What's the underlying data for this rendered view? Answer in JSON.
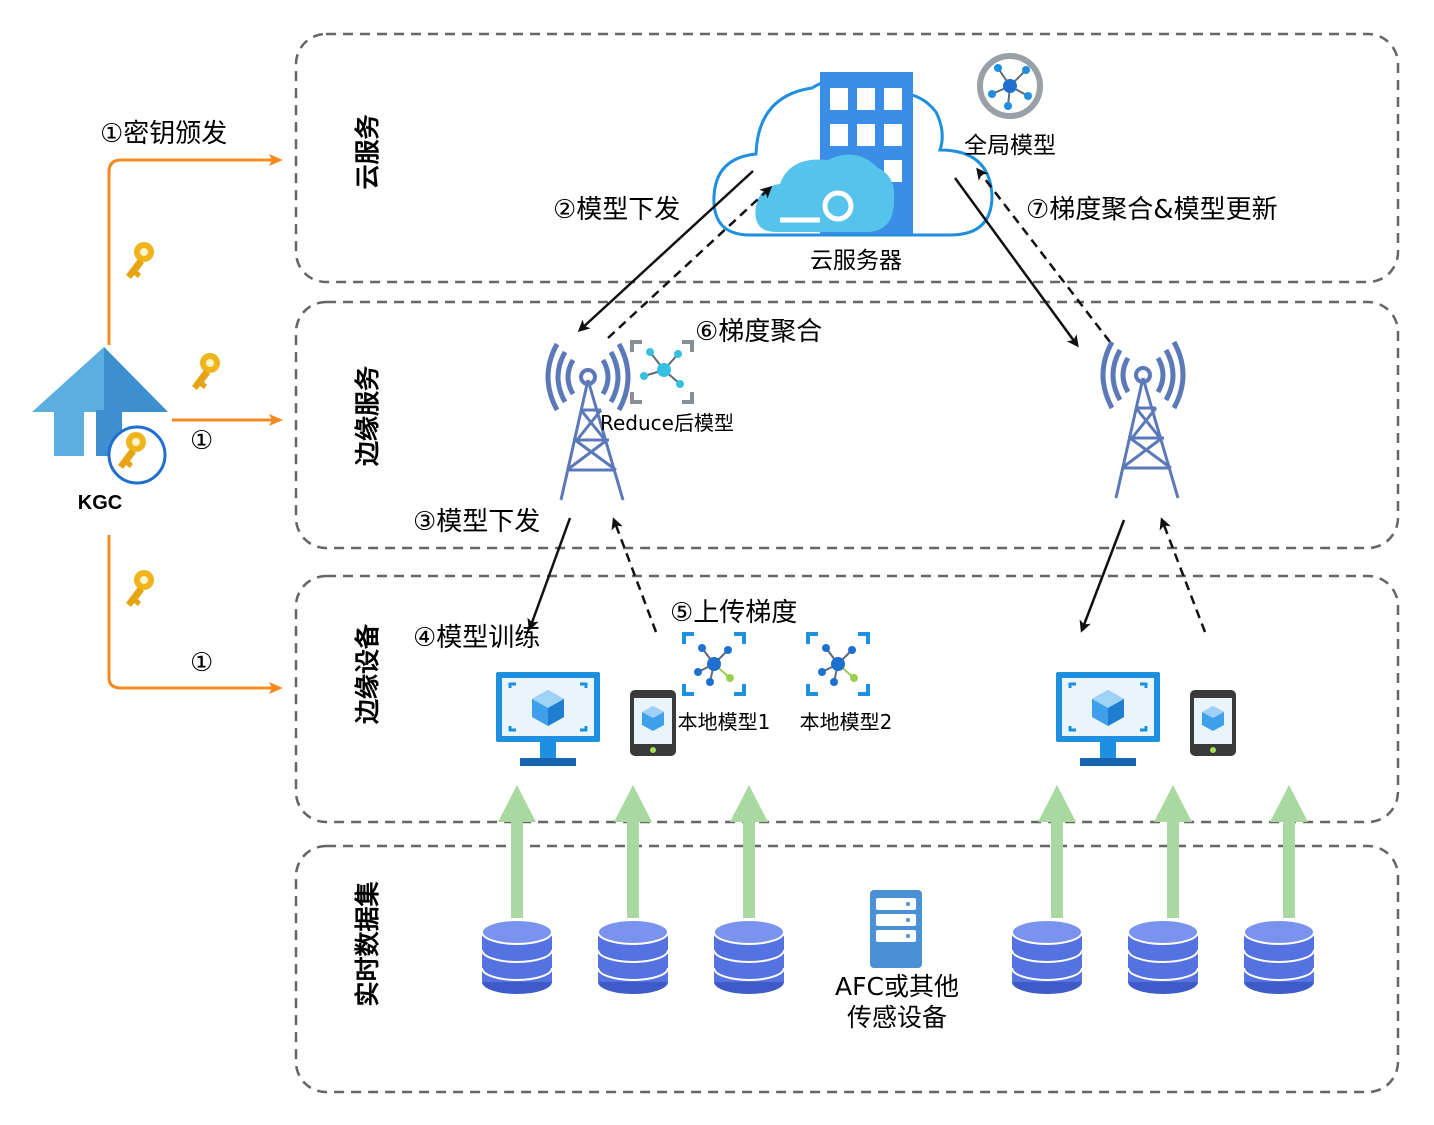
{
  "layers": {
    "cloud": "云服务",
    "edge_service": "边缘服务",
    "edge_device": "边缘设备",
    "data_collection": "实时数据集"
  },
  "kgc": {
    "label": "KGC"
  },
  "cloud_server": {
    "label": "云服务器",
    "global_model": "全局模型"
  },
  "steps": {
    "key_issue": "①密钥颁发",
    "key_issue_short_1": "①",
    "key_issue_short_2": "①",
    "model_dispatch_1": "②模型下发",
    "model_dispatch_2": "③模型下发",
    "model_training": "④模型训练",
    "upload_gradient": "⑤上传梯度",
    "gradient_aggregation": "⑥梯度聚合",
    "aggregate_and_update": "⑦梯度聚合&模型更新"
  },
  "edge": {
    "reduce_model": "Reduce后模型"
  },
  "devices": {
    "local_model_1": "本地模型1",
    "local_model_2": "本地模型2"
  },
  "sensor": {
    "line1": "AFC或其他",
    "line2": "传感设备"
  },
  "colors": {
    "orange": "#f5891f",
    "arrow_green": "#a9d8a0",
    "db_blue": "#5472e0",
    "azure_blue": "#1f8fe0",
    "tower": "#5b78b8",
    "dashed_border": "#666666"
  },
  "icons": [
    "key-icon",
    "house-icon",
    "cloud-icon",
    "building-icon",
    "network-icon",
    "tower-icon",
    "monitor-icon",
    "phone-icon",
    "database-icon",
    "server-icon"
  ]
}
